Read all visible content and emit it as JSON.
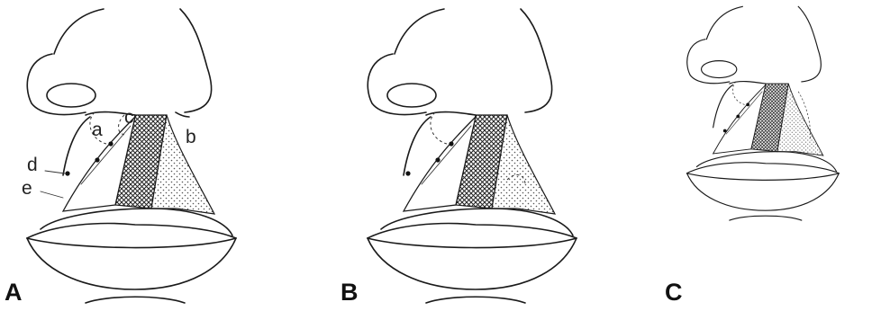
{
  "panels": [
    {
      "letter": "A",
      "labels": {
        "a": "a",
        "b": "b",
        "c": "c",
        "d": "d",
        "e": "e"
      }
    },
    {
      "letter": "B"
    },
    {
      "letter": "C"
    }
  ]
}
